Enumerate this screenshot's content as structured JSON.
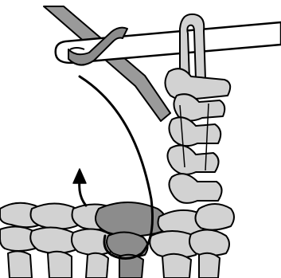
{
  "diagram": {
    "subject": "crochet-stitch-illustration",
    "colors": {
      "outline": "#000000",
      "hook": "#ffffff",
      "light_yarn": "#d2d2d2",
      "dark_yarn": "#8c8c8c",
      "working_yarn": "#9a9a9a",
      "background": "#ffffff"
    },
    "elements": [
      "crochet-hook",
      "yarn-over-loop",
      "working-yarn",
      "stitch-post",
      "foundation-row",
      "direction-arrow",
      "insertion-path"
    ]
  }
}
